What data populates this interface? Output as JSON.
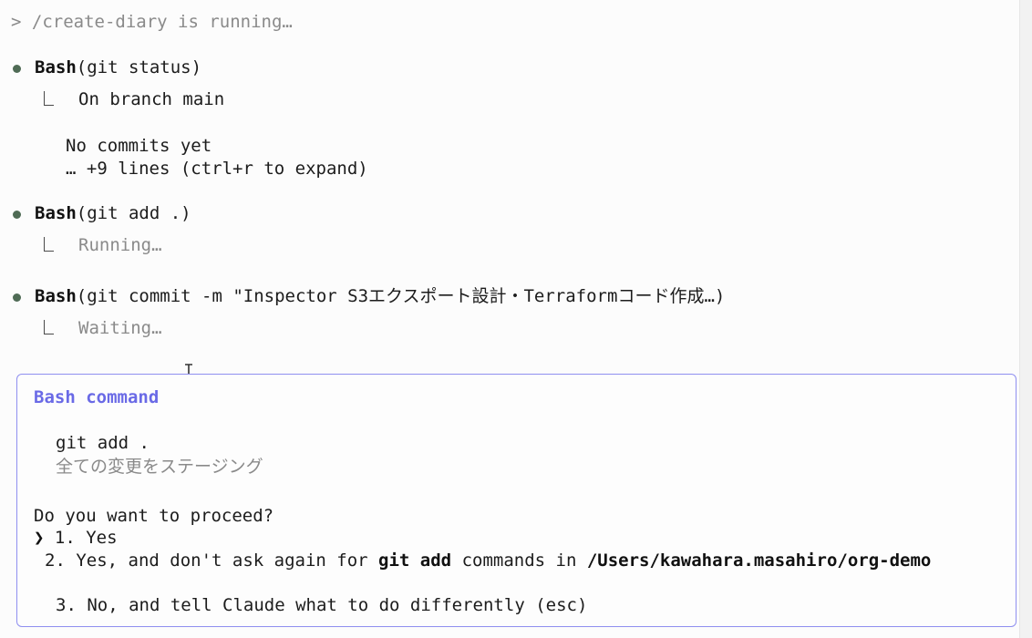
{
  "header": {
    "running_text": "> /create-diary is running…"
  },
  "tool_calls": [
    {
      "tool": "Bash",
      "args": "(git status)",
      "output_lines": [
        "On branch main",
        "No commits yet",
        "… +9 lines (ctrl+r to expand)"
      ]
    },
    {
      "tool": "Bash",
      "args": "(git add .)",
      "status": "Running…"
    },
    {
      "tool": "Bash",
      "args": "(git commit -m \"Inspector S3エクスポート設計・Terraformコード作成…)",
      "status": "Waiting…"
    }
  ],
  "prompt": {
    "title": "Bash command",
    "command": "git add .",
    "description": "全ての変更をステージング",
    "question": "Do you want to proceed?",
    "pointer": "❯",
    "options": {
      "opt1": "1. Yes",
      "opt2_prefix": "2. Yes, and don't ask again for ",
      "opt2_cmd": "git add",
      "opt2_mid": " commands in ",
      "opt2_path": "/Users/kawahara.masahiro/org-demo",
      "opt3": "3. No, and tell Claude what to do differently (esc)"
    }
  },
  "colors": {
    "bullet": "#4f6b55",
    "accent": "#6a6ae6",
    "box_border": "#8f8ff0",
    "muted": "#8a8a8a"
  },
  "icons": {
    "mouse_cursor": "i-beam-cursor-icon"
  }
}
